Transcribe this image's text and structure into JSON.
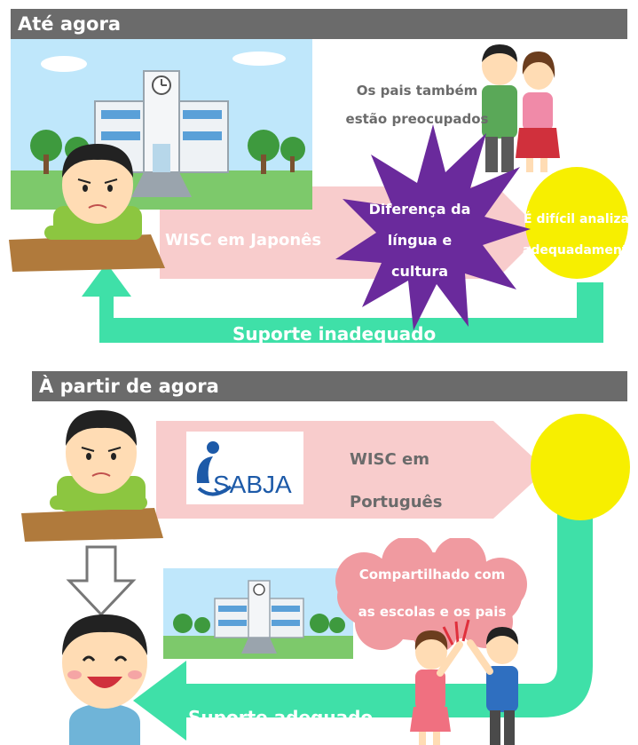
{
  "section1": {
    "header": "Até agora",
    "parents_worry": [
      "Os pais também",
      "estão preocupados"
    ],
    "wisc_label": "WISC em Japonês",
    "burst_lines": [
      "Diferença da",
      "língua e",
      "cultura"
    ],
    "analysis_lines": [
      "É difícil analizar",
      "adequadamente"
    ],
    "support_label": "Suporte inadequado"
  },
  "section2": {
    "header": "À partir de agora",
    "logo_text": "SABJA",
    "wisc_lines": [
      "WISC em",
      "Português"
    ],
    "cloud_lines": [
      "Compartilhado com",
      "as escolas e os pais"
    ],
    "support_label": "Suporte adequado"
  },
  "colors": {
    "header_bg": "#6b6b6b",
    "pink_band": "#f8cccc",
    "mint_arrow": "#3fe0a8",
    "yellow": "#f7ef00",
    "burst_purple": "#6a2a9c",
    "cloud_pink": "#f09aa0",
    "logo_blue": "#1d5aa8"
  },
  "icons": [
    "school-icon",
    "worried-boy-icon",
    "happy-boy-icon",
    "worried-parents-icon",
    "high-five-kids-icon",
    "down-arrow-icon",
    "sabja-logo"
  ]
}
